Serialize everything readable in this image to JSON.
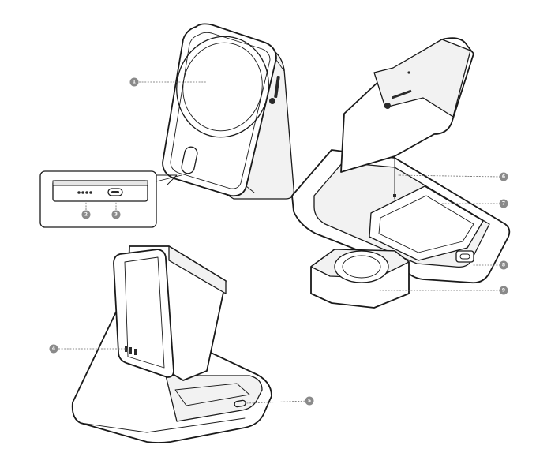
{
  "callouts": [
    {
      "id": "c1",
      "label": "1"
    },
    {
      "id": "c2",
      "label": "2"
    },
    {
      "id": "c3",
      "label": "3"
    },
    {
      "id": "c4",
      "label": "4"
    },
    {
      "id": "c5",
      "label": "5"
    },
    {
      "id": "c6",
      "label": "6"
    },
    {
      "id": "c7",
      "label": "7"
    },
    {
      "id": "c8",
      "label": "8"
    },
    {
      "id": "c9",
      "label": "9"
    }
  ],
  "colors": {
    "callout_fill": "#8a8a8a",
    "outline": "#1a1a1a",
    "leader": "#6a6a6a"
  }
}
